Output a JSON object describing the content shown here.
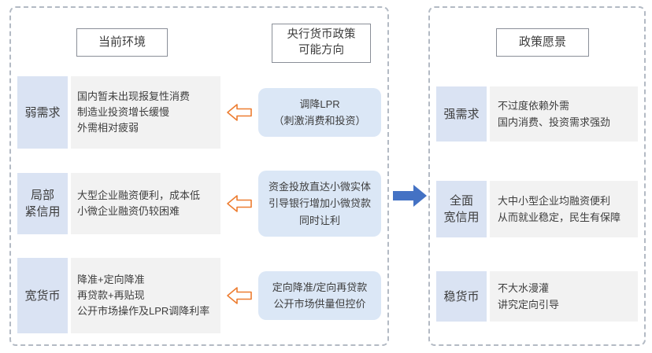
{
  "colors": {
    "panel_border_dashed": "#b3bac4",
    "label_box_bg": "#dae3f3",
    "situation_box_bg": "#f2f2f2",
    "policy_box_bg": "#dbe7f6",
    "orange_arrow": "#ED7D31",
    "blue_arrow": "#4472C4"
  },
  "left_panel": {
    "header_current": "当前环境",
    "header_policy": [
      "央行货币政策",
      "可能方向"
    ],
    "rows": [
      {
        "label": "弱需求",
        "situation": [
          "国内暂未出现报复性消费",
          "制造业投资增长缓慢",
          "外需相对疲弱"
        ],
        "policy": [
          "调降LPR",
          "（刺激消费和投资）"
        ]
      },
      {
        "label": [
          "局部",
          "紧信用"
        ],
        "situation": [
          "大型企业融资便利，成本低",
          "小微企业融资仍较困难"
        ],
        "policy": [
          "资金投放直达小微实体",
          "引导银行增加小微贷款",
          "同时让利"
        ]
      },
      {
        "label": "宽货币",
        "situation": [
          "降准+定向降准",
          "再贷款+再贴现",
          "公开市场操作及LPR调降利率"
        ],
        "policy": [
          "定向降准/定向再贷款",
          "公开市场供量但控价"
        ]
      }
    ]
  },
  "right_panel": {
    "header": "政策愿景",
    "rows": [
      {
        "label": "强需求",
        "text": [
          "不过度依赖外需",
          "国内消费、投资需求强劲"
        ]
      },
      {
        "label": [
          "全面",
          "宽信用"
        ],
        "text": [
          "大中小型企业均融资便利",
          "从而就业稳定，民生有保障"
        ]
      },
      {
        "label": "稳货币",
        "text": [
          "不大水漫灌",
          "讲究定向引导"
        ]
      }
    ]
  }
}
